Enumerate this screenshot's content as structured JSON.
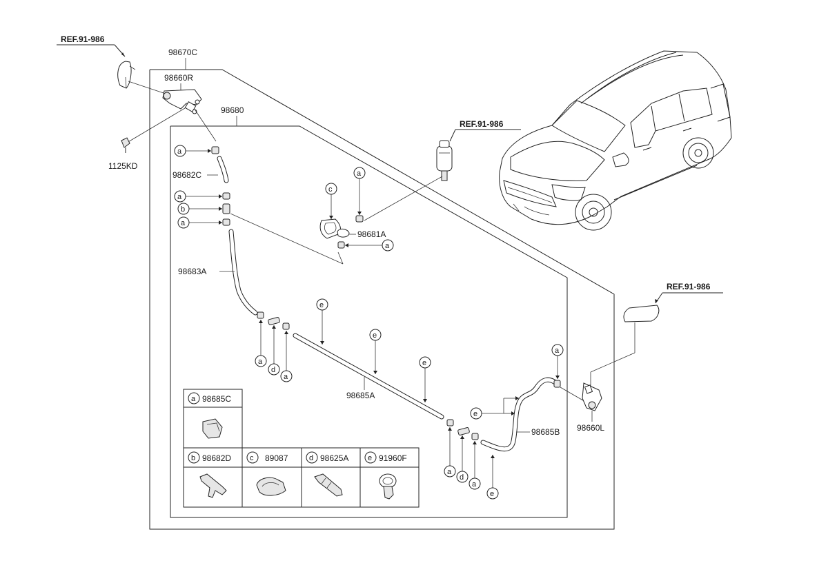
{
  "refs": {
    "top_left": "REF.91-986",
    "pump": "REF.91-986",
    "right": "REF.91-986"
  },
  "parts": {
    "p98670C": "98670C",
    "p98660R": "98660R",
    "p98680": "98680",
    "p1125KD": "1125KD",
    "p98682C": "98682C",
    "p98683A": "98683A",
    "p98681A": "98681A",
    "p98685A": "98685A",
    "p98685B": "98685B",
    "p98660L": "98660L"
  },
  "markers": {
    "a": "a",
    "b": "b",
    "c": "c",
    "d": "d",
    "e": "e"
  },
  "legend": [
    {
      "key": "a",
      "part": "98685C"
    },
    {
      "key": "b",
      "part": "98682D"
    },
    {
      "key": "c",
      "part": "89087"
    },
    {
      "key": "d",
      "part": "98625A"
    },
    {
      "key": "e",
      "part": "91960F"
    }
  ]
}
